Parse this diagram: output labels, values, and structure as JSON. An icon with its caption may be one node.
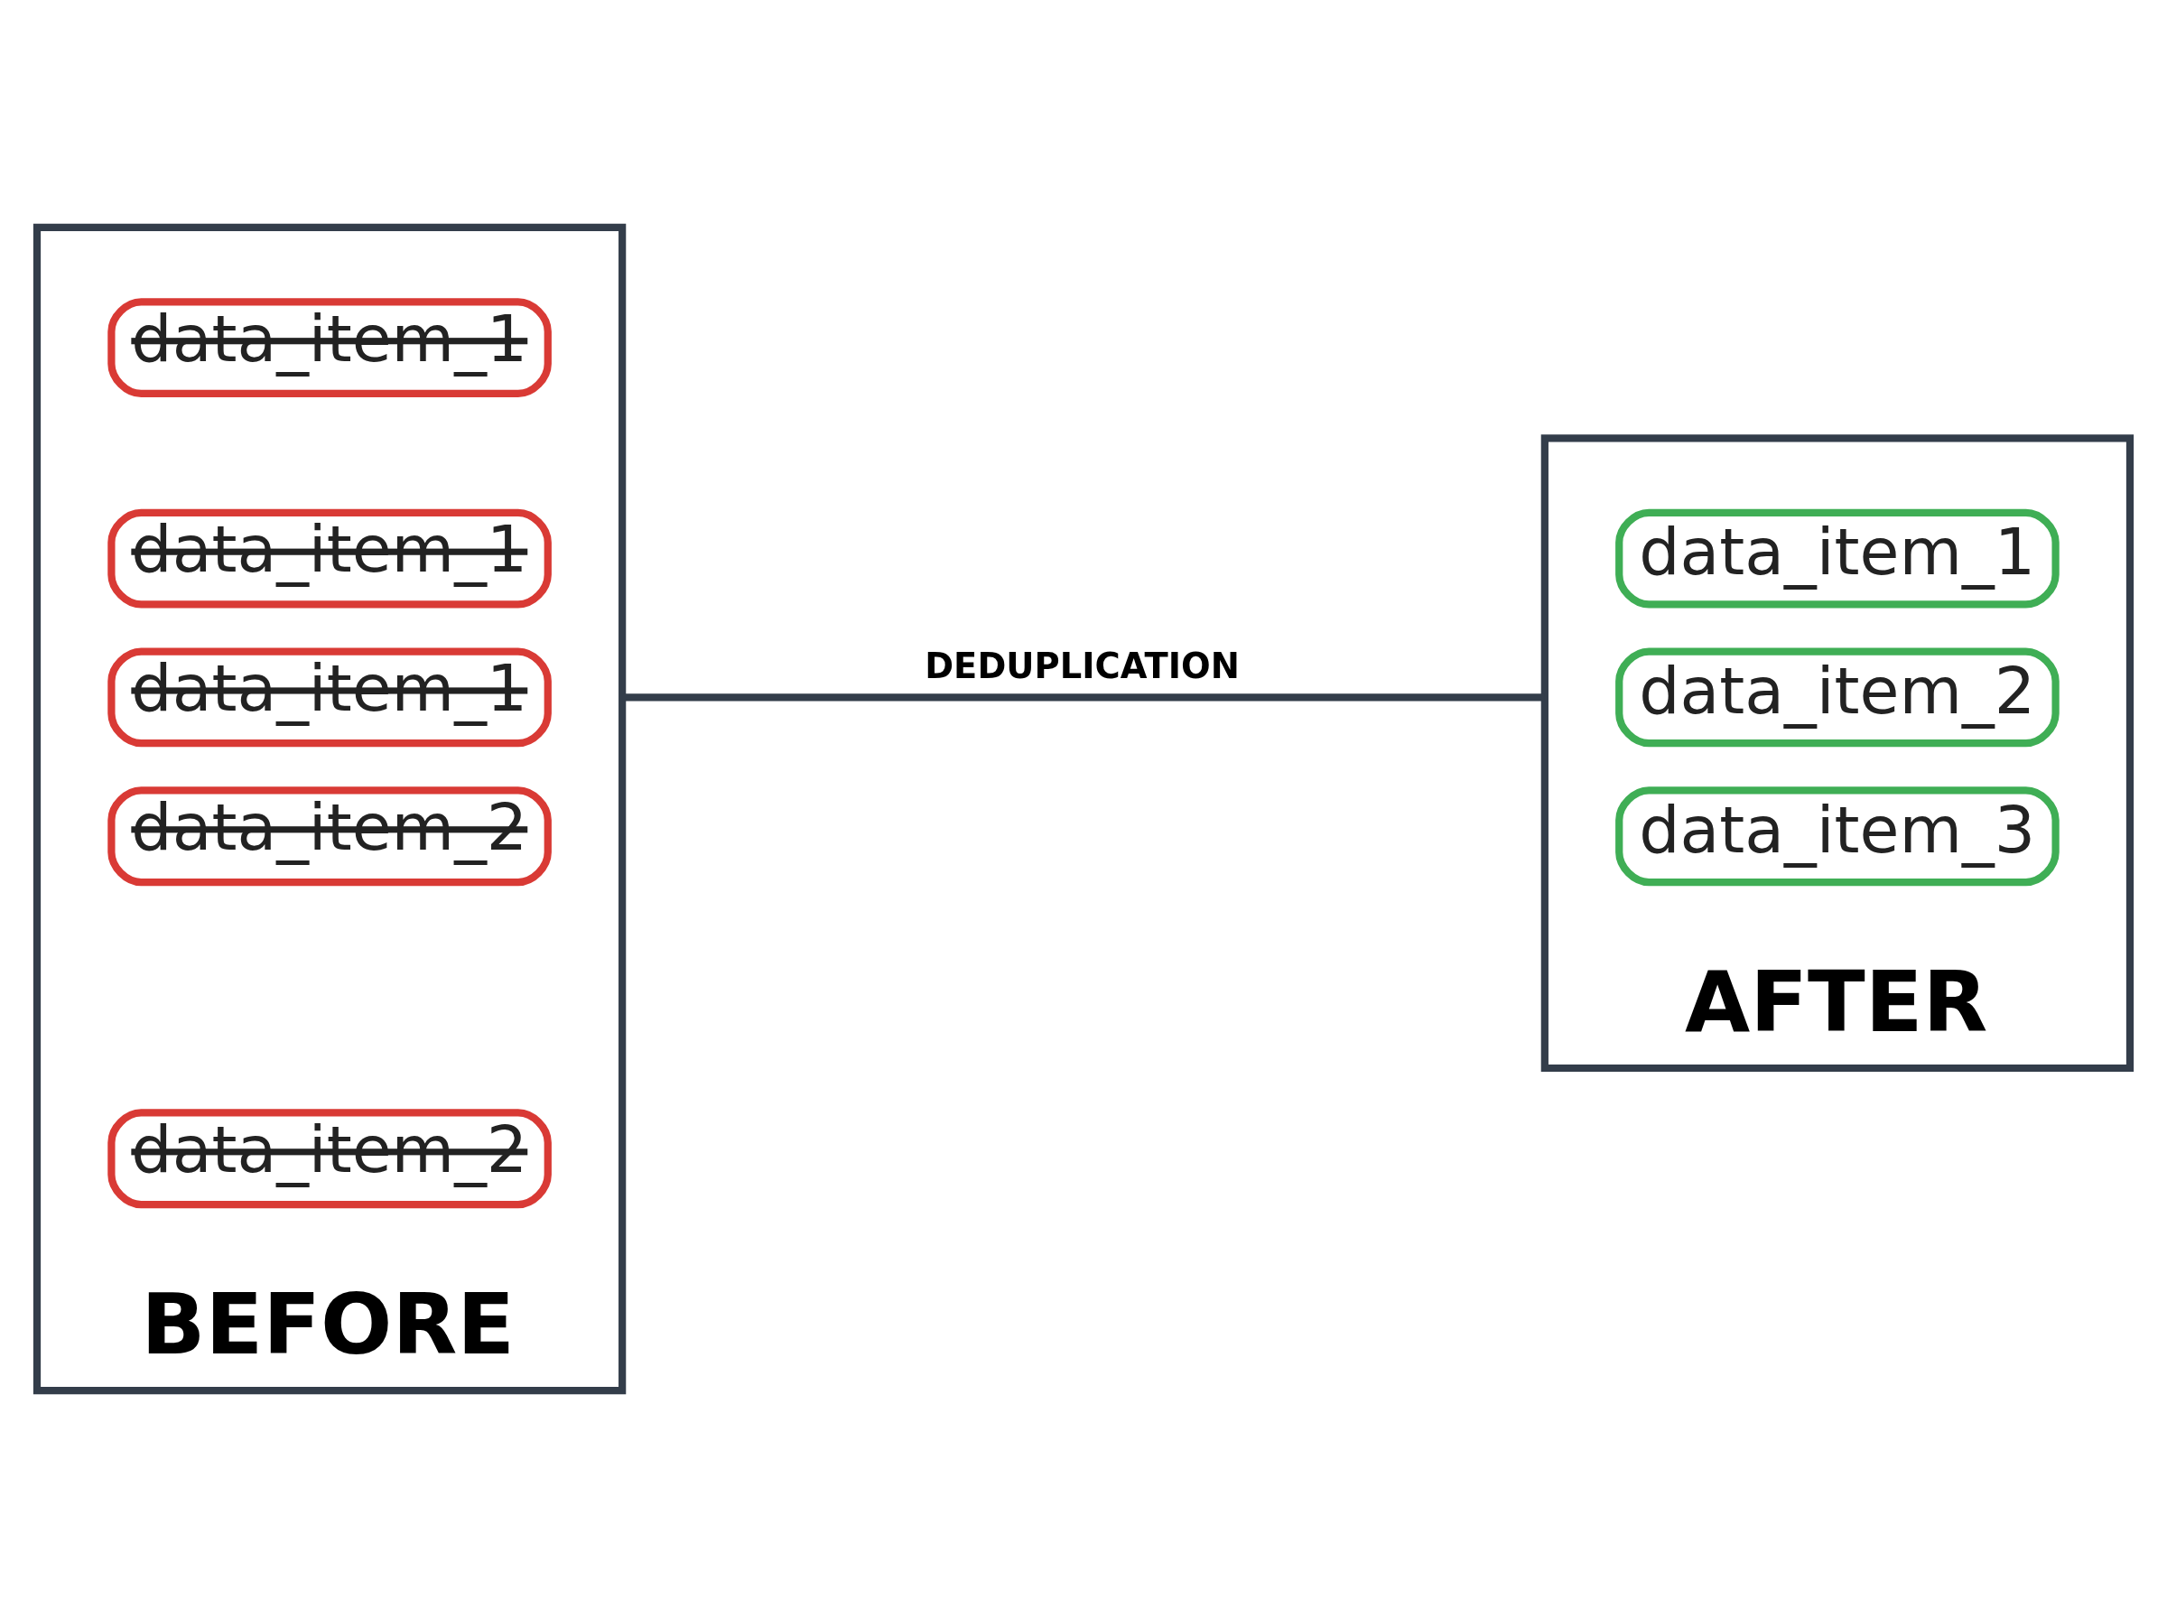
{
  "diagram": {
    "nodes": [
      {
        "text": [
          "BEFORE"
        ]
      },
      {
        "text": [
          "data_item_1"
        ],
        "in": 0
      },
      {
        "text": [
          "data_item_1"
        ],
        "in": 0
      },
      {
        "text": [
          "data_item_1"
        ],
        "in": 0
      },
      {
        "text": [
          "data_item_2"
        ],
        "in": 0
      },
      {
        "text": [
          "data_item_2"
        ],
        "in": 0
      },
      {
        "text": [
          "AFTER"
        ]
      },
      {
        "text": [
          "data_item_1"
        ],
        "in": 6
      },
      {
        "text": [
          "data_item_2"
        ],
        "in": 6
      },
      {
        "text": [
          "data_item_3"
        ],
        "in": 6
      }
    ],
    "edges": [
      {
        "from": 0,
        "to": 6,
        "arrow": "none",
        "label": "DEDUPLICATION"
      }
    ]
  }
}
